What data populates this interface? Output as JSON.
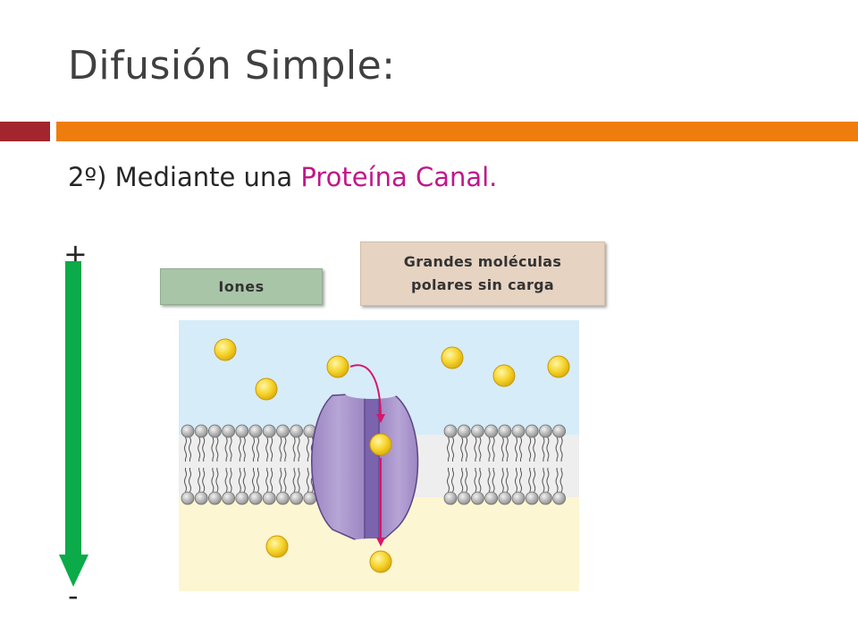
{
  "slide": {
    "title": "Difusión Simple:",
    "subtitle_prefix": "2º) Mediante una ",
    "subtitle_highlight": "Proteína Canal.",
    "highlight_color": "#c0178a",
    "accent_colors": {
      "left_bar": "#a3262e",
      "right_bar": "#ee7d0d"
    }
  },
  "gradient": {
    "top_sign": "+",
    "bottom_sign": "-",
    "arrow_color": "#0aab48",
    "arrow_icon": "down-arrow-icon"
  },
  "labels": {
    "ions": "Iones",
    "polar_line1": "Grandes moléculas",
    "polar_line2": "polares sin carga"
  },
  "diagram": {
    "outside_color": "#d6ecf8",
    "inside_color": "#fdf6d2",
    "protein_color": "#aa96cb",
    "channel_color": "#7b63ad",
    "molecule_color": "#f6d42c",
    "path_arrow_color": "#d6176a"
  }
}
